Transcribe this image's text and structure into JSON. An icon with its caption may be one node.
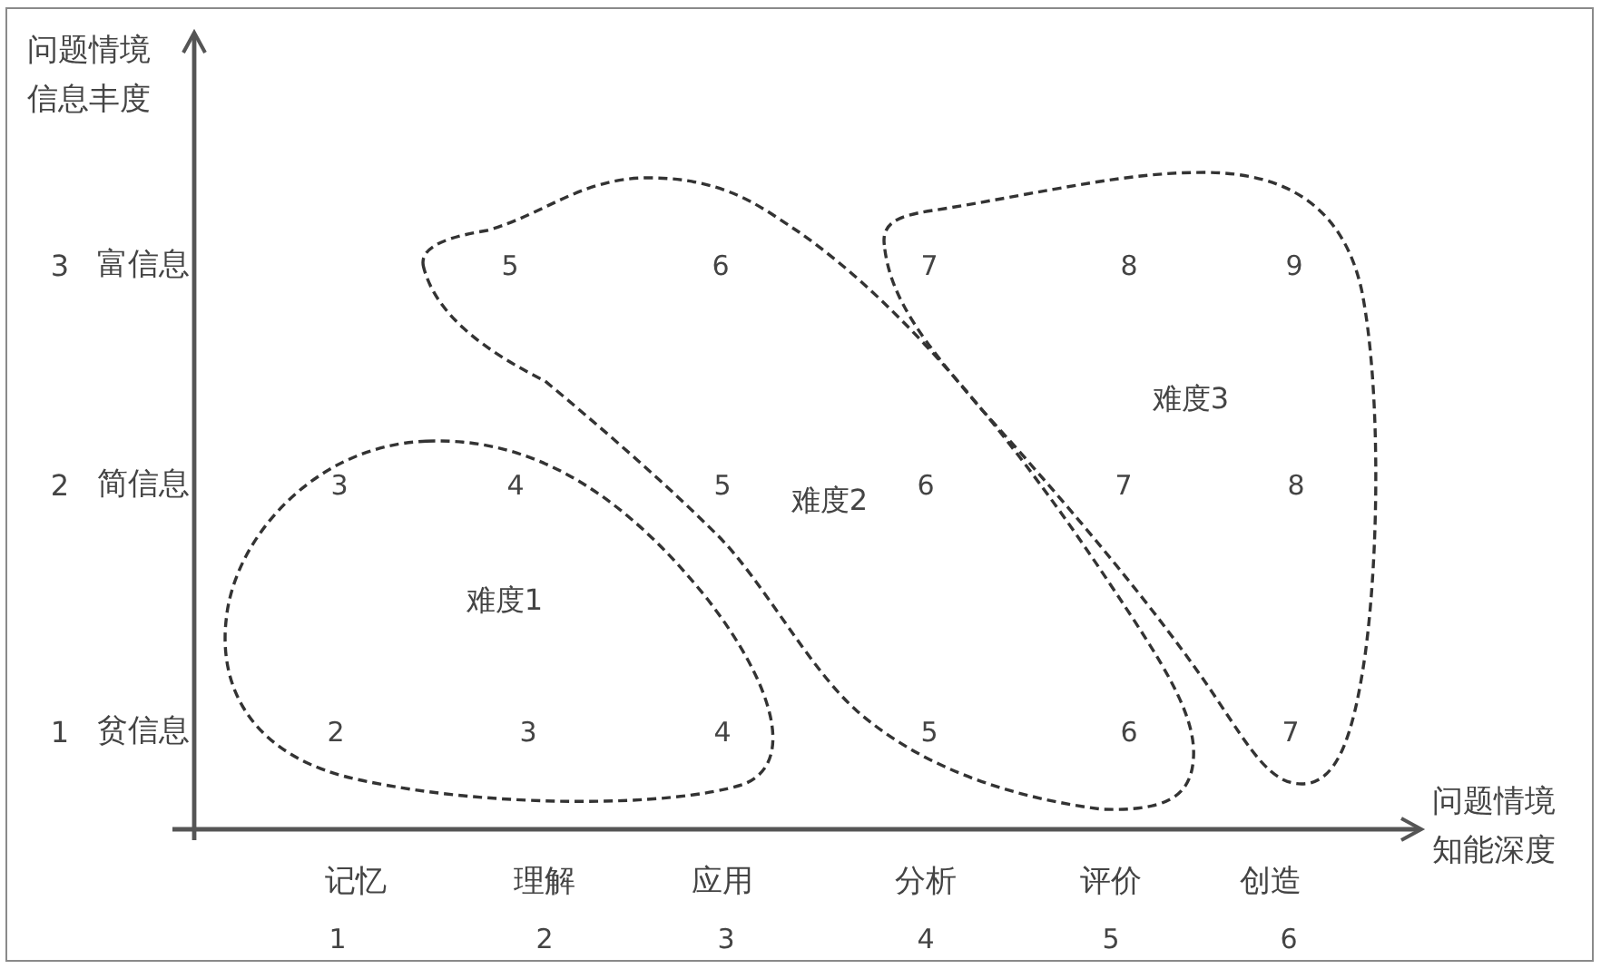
{
  "diagram": {
    "nodes": [
      {
        "text": [
          "难度1"
        ]
      },
      {
        "text": [
          "难度2"
        ]
      },
      {
        "text": [
          "难度3"
        ]
      }
    ],
    "labels": [
      "问题情境信息丰度",
      "3",
      "富信息",
      "5",
      "6",
      "7",
      "8",
      "9",
      "2",
      "简信息",
      "3",
      "4",
      "5",
      "6",
      "7",
      "8",
      "1",
      "贫信息",
      "2",
      "3",
      "4",
      "5",
      "6",
      "7",
      "问题情境知能深度",
      "记忆",
      "理解",
      "应用",
      "分析",
      "评价",
      "创造",
      "1",
      "2",
      "3",
      "4",
      "5",
      "6"
    ]
  }
}
